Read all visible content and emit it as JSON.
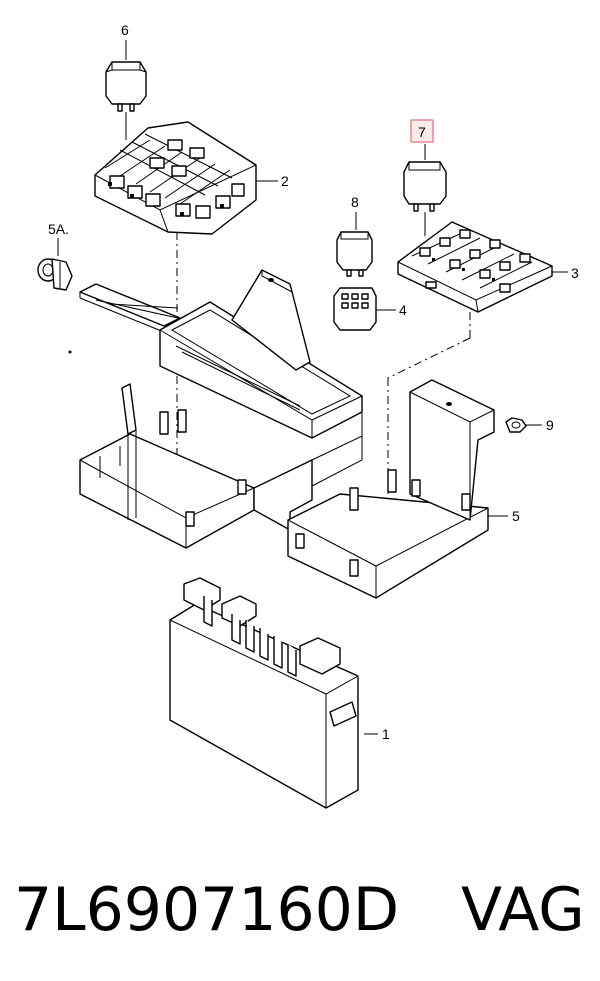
{
  "callouts": {
    "c6": "6",
    "c7": "7",
    "c2": "2",
    "c3": "3",
    "c8": "8",
    "c4": "4",
    "c5a": "5A.",
    "c9": "9",
    "c5": "5",
    "c1": "1"
  },
  "highlight_color": "#e0707a",
  "caption": {
    "part_number": "7L6907160D",
    "brand": "VAG"
  }
}
